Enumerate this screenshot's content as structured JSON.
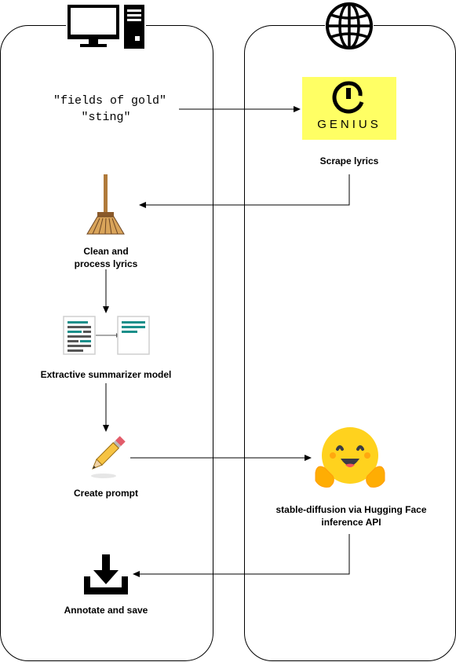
{
  "query": {
    "line1": "\"fields of gold\"",
    "line2": "\"sting\""
  },
  "steps": {
    "scrape": "Scrape lyrics",
    "clean": [
      "Clean and",
      "process lyrics"
    ],
    "summarize": "Extractive summarizer model",
    "prompt": "Create prompt",
    "stable_diffusion": [
      "stable-diffusion via Hugging Face",
      "inference API"
    ],
    "annotate": "Annotate and save"
  },
  "logos": {
    "genius_text": "GENIUS"
  },
  "icons": [
    "computer-icon",
    "globe-icon",
    "genius-logo",
    "broom-icon",
    "summarizer-doc-icon",
    "pencil-icon",
    "hugging-face-icon",
    "download-icon"
  ],
  "colors": {
    "genius_yellow": "#ffff64",
    "broom_wood": "#b07a3a",
    "pencil_yellow": "#f6c343",
    "hug_yellow": "#ffd21e",
    "hug_orange": "#ff9d0b",
    "doc_teal": "#1a8f8a"
  }
}
